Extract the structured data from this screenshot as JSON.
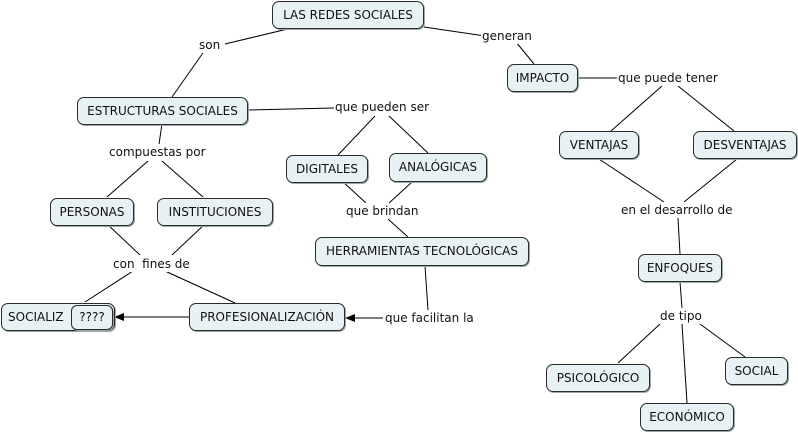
{
  "nodes": {
    "redes": "LAS REDES SOCIALES",
    "impacto": "IMPACTO",
    "estructuras": "ESTRUCTURAS SOCIALES",
    "ventajas": "VENTAJAS",
    "desventajas": "DESVENTAJAS",
    "digitales": "DIGITALES",
    "analogicas": "ANALÓGICAS",
    "personas": "PERSONAS",
    "instituciones": "INSTITUCIONES",
    "herramientas": "HERRAMIENTAS TECNOLÓGICAS",
    "enfoques": "ENFOQUES",
    "socializ": "SOCIALIZ",
    "qmarks": "????",
    "profesionalizacion": "PROFESIONALIZACIÓN",
    "psicologico": "PSICOLÓGICO",
    "social": "SOCIAL",
    "economico": "ECONÓMICO"
  },
  "links": {
    "son": "son",
    "generan": "generan",
    "puede_tener": "que puede tener",
    "pueden_ser": "que pueden ser",
    "compuestas": "compuestas por",
    "brindan": "que brindan",
    "desarrollo": "en el desarrollo de",
    "fines": "con  fines de",
    "tipo": "de tipo",
    "facilitan": "que facilitan la"
  },
  "colors": {
    "node_fill": "#e8f1f4",
    "node_border": "#2b2b2b",
    "edge": "#000000"
  }
}
